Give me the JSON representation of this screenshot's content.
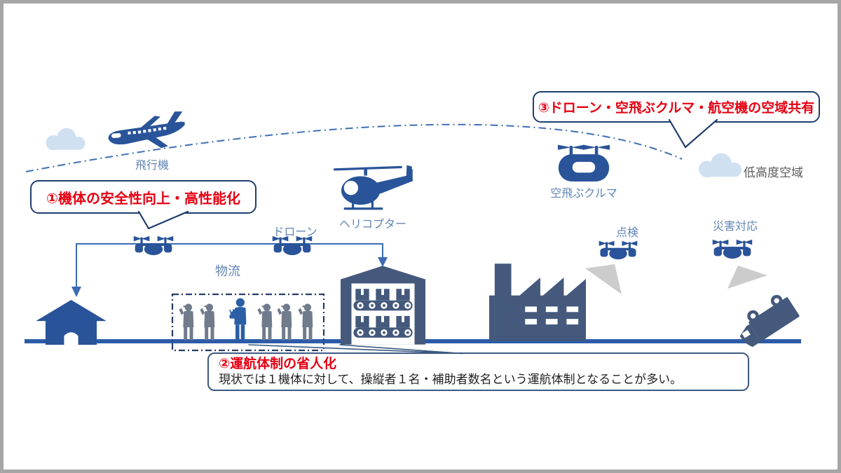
{
  "diagram": {
    "callout1": {
      "text": "①機体の安全性向上・高性能化"
    },
    "callout2": {
      "title": "②運航体制の省人化",
      "body": "現状では１機体に対して、操縦者１名・補助者数名という運航体制となることが多い。"
    },
    "callout3": {
      "text": "③ドローン・空飛ぶクルマ・航空機の空域共有"
    },
    "labels": {
      "airplane": "飛行機",
      "helicopter": "ヘリコプター",
      "flying_car": "空飛ぶクルマ",
      "drone": "ドローン",
      "logistics": "物流",
      "inspection": "点検",
      "disaster_response": "災害対応",
      "low_altitude_airspace": "低高度空域"
    },
    "icons": [
      "airplane-icon",
      "helicopter-icon",
      "flying-car-icon",
      "drone-icon",
      "house-icon",
      "warehouse-icon",
      "factory-icon",
      "overturned-truck-icon",
      "cloud-icon",
      "worker-icon",
      "pilot-icon",
      "camera-view-cone",
      "airspace-arc",
      "flight-path-arrows",
      "ground-line"
    ],
    "colors": {
      "red": "#e50012",
      "vehicle-blue": "#2a5499",
      "building-slate": "#44597c",
      "ground-blue": "#2c5ca8",
      "path-blue": "#3c6cb4",
      "label-blue": "#6286b5",
      "navy": "#1f3e6e",
      "slate-border": "#3b5a80",
      "cloud-blue": "#cfe0f1",
      "gray-text": "#595959",
      "cone-gray": "#cccccc",
      "people-gray": "#707c8c",
      "pilot-blue": "#2a5fa5",
      "frame-gray": "#a6a6a6"
    }
  }
}
